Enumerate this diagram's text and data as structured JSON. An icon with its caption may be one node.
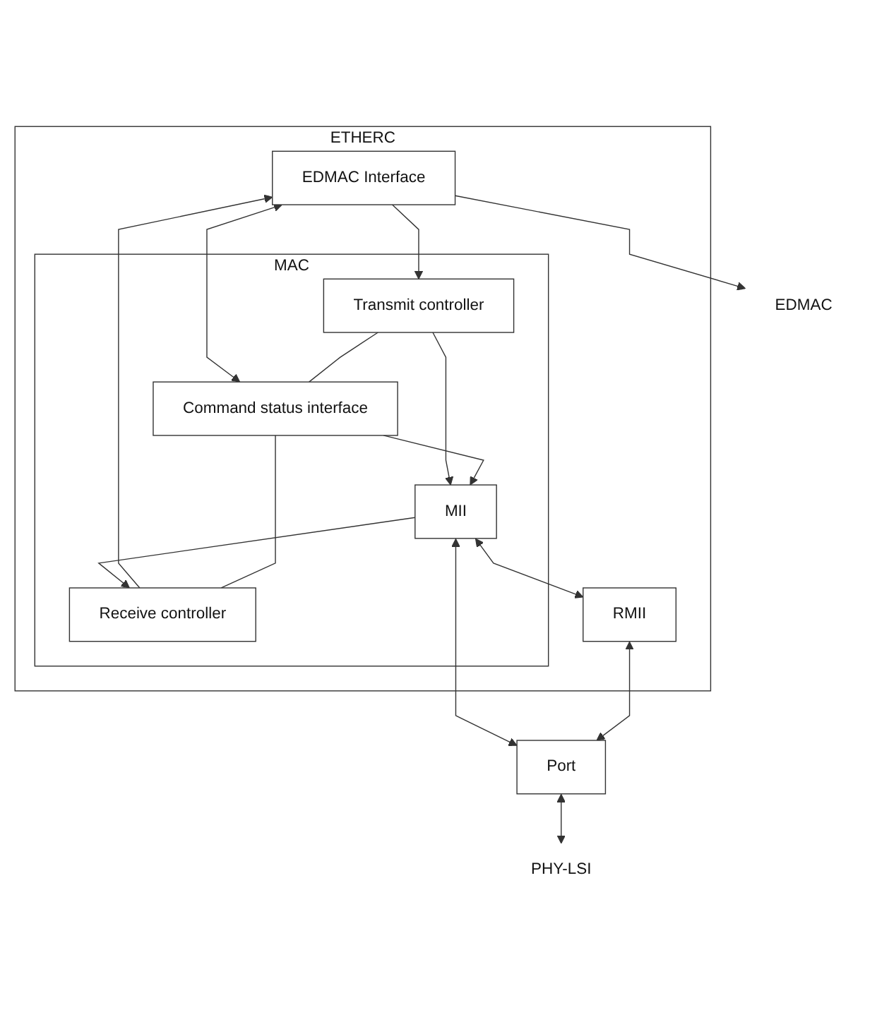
{
  "diagram": {
    "nodes": [
      {
        "text": [
          "EDMAC"
        ]
      },
      {
        "text": [
          "ETHERC"
        ]
      },
      {
        "text": [
          "EDMAC Interface"
        ],
        "in": 1
      },
      {
        "text": [
          "MAC"
        ],
        "in": 1
      },
      {
        "text": [
          "Receive controller"
        ],
        "in": 3
      },
      {
        "text": [
          "Transmit controller"
        ],
        "in": 3
      },
      {
        "text": [
          "Command status interface"
        ],
        "in": 3
      },
      {
        "text": [
          "MII"
        ],
        "in": 3
      },
      {
        "text": [
          "RMII"
        ],
        "in": 1
      },
      {
        "text": [
          "Port"
        ]
      },
      {
        "text": [
          "PHY-LSI"
        ]
      }
    ],
    "edges": [
      {
        "from": 2,
        "to": 0,
        "arrow": "to"
      },
      {
        "from": 2,
        "to": 6,
        "arrow": "both"
      },
      {
        "from": 4,
        "to": 2,
        "arrow": "to"
      },
      {
        "from": 2,
        "to": 5,
        "arrow": "to"
      },
      {
        "from": 4,
        "to": 6,
        "arrow": "none"
      },
      {
        "from": 5,
        "to": 6,
        "arrow": "none"
      },
      {
        "from": 7,
        "to": 4,
        "arrow": "to"
      },
      {
        "from": 5,
        "to": 7,
        "arrow": "to"
      },
      {
        "from": 6,
        "to": 7,
        "arrow": "to"
      },
      {
        "from": 7,
        "to": 8,
        "arrow": "both"
      },
      {
        "from": 7,
        "to": 9,
        "arrow": "both"
      },
      {
        "from": 8,
        "to": 9,
        "arrow": "both"
      },
      {
        "from": 9,
        "to": 10,
        "arrow": "both"
      }
    ]
  }
}
